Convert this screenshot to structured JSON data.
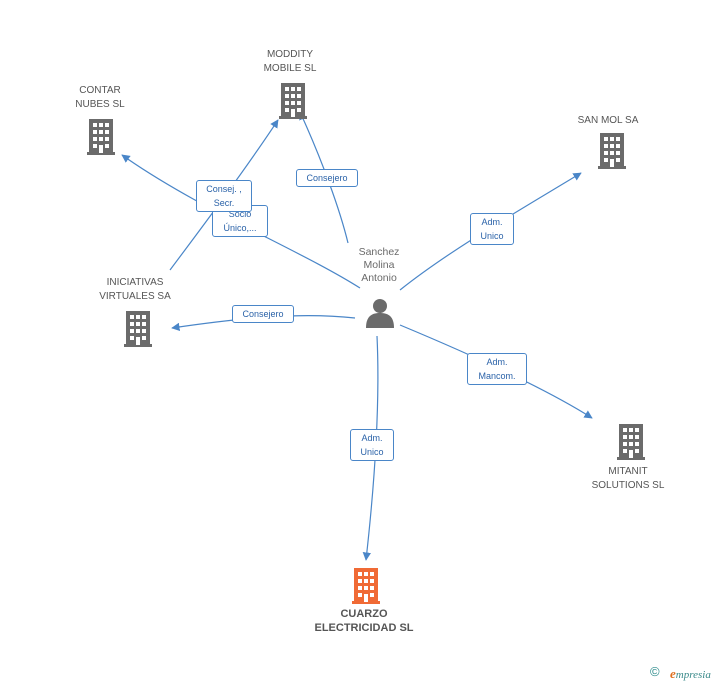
{
  "center": {
    "name": "Sanchez\nMolina\nAntonio"
  },
  "companies": {
    "moddity": {
      "name": "MODDITY\nMOBILE  SL"
    },
    "contar": {
      "name": "CONTAR\nNUBES SL"
    },
    "sanmol": {
      "name": "SAN MOL SA"
    },
    "iniciativas": {
      "name": "INICIATIVAS\nVIRTUALES SA"
    },
    "mitanit": {
      "name": "MITANIT\nSOLUTIONS SL"
    },
    "cuarzo": {
      "name": "CUARZO\nELECTRICIDAD SL"
    }
  },
  "relations": {
    "consejo_moddity": "Consejero",
    "consej_secr": "Consej. ,\nSecr.",
    "socio_unico": "Socio\nÚnico,...",
    "adm_unico_sanmol": "Adm.\nUnico",
    "consejero_iniciativas": "Consejero",
    "adm_mancom": "Adm.\nMancom.",
    "adm_unico_cuarzo": "Adm.\nUnico"
  },
  "footer": {
    "copyright": "©",
    "brand_initial": "e",
    "brand_rest": "mpresia"
  },
  "colors": {
    "edge": "#4a86c8",
    "building": "#6b6b6b",
    "focus_building": "#f06a35",
    "person": "#6b6b6b"
  }
}
